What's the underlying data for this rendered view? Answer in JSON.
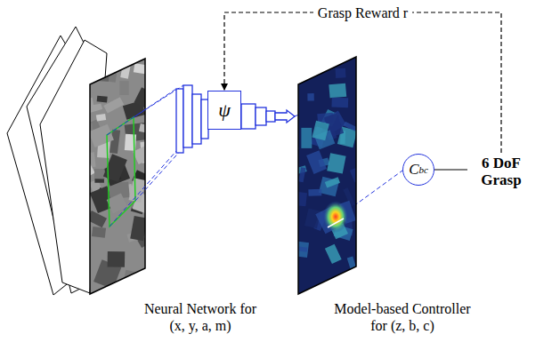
{
  "diagram": {
    "nodes": [
      {
        "text": [
          "ψ"
        ]
      },
      {
        "text": [
          "C",
          "bc"
        ]
      },
      {
        "text": [
          "6 DoF Grasp"
        ]
      }
    ],
    "edges": [
      {
        "from": 1,
        "to": 2,
        "arrow": "none"
      },
      {
        "from": 2,
        "to": 0,
        "arrow": "to",
        "label": "Grasp Reward r"
      }
    ],
    "labels": [
      "Neural Network for (x, y, a, m)",
      "Model-based Controller for (z, b, c)"
    ]
  }
}
